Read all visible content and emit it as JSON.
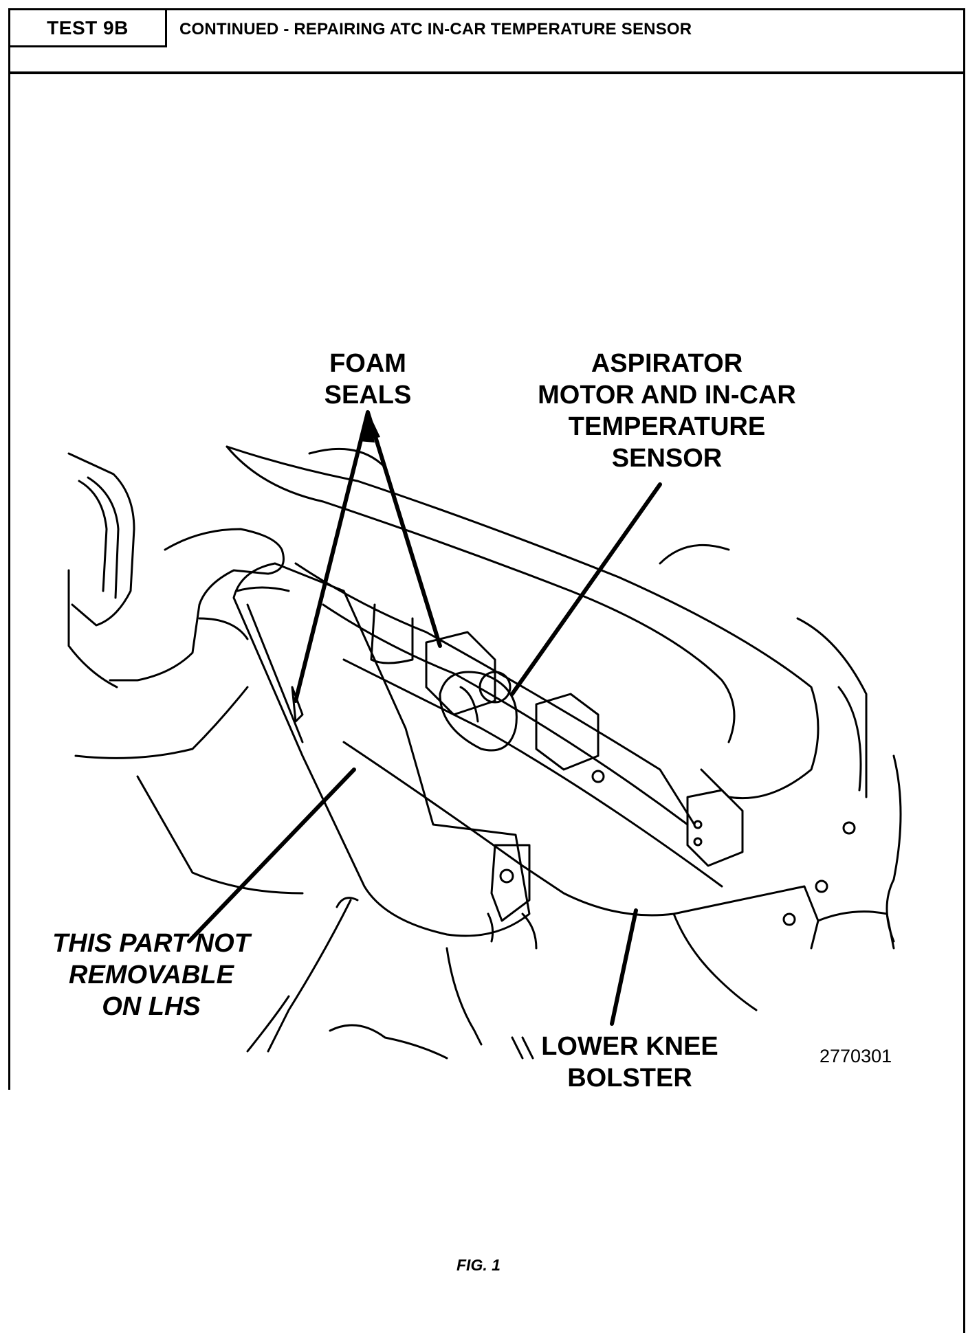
{
  "header": {
    "test_id": "TEST 9B",
    "title": "CONTINUED - REPAIRING ATC IN-CAR TEMPERATURE SENSOR"
  },
  "callouts": {
    "foam_seals": [
      "FOAM",
      "SEALS"
    ],
    "aspirator": [
      "ASPIRATOR",
      "MOTOR AND IN-CAR",
      "TEMPERATURE",
      "SENSOR"
    ],
    "not_removable": [
      "THIS PART NOT",
      "REMOVABLE",
      "ON LHS"
    ],
    "knee_bolster": [
      "LOWER KNEE",
      "BOLSTER"
    ]
  },
  "figure_number": "2770301",
  "caption": "FIG. 1"
}
